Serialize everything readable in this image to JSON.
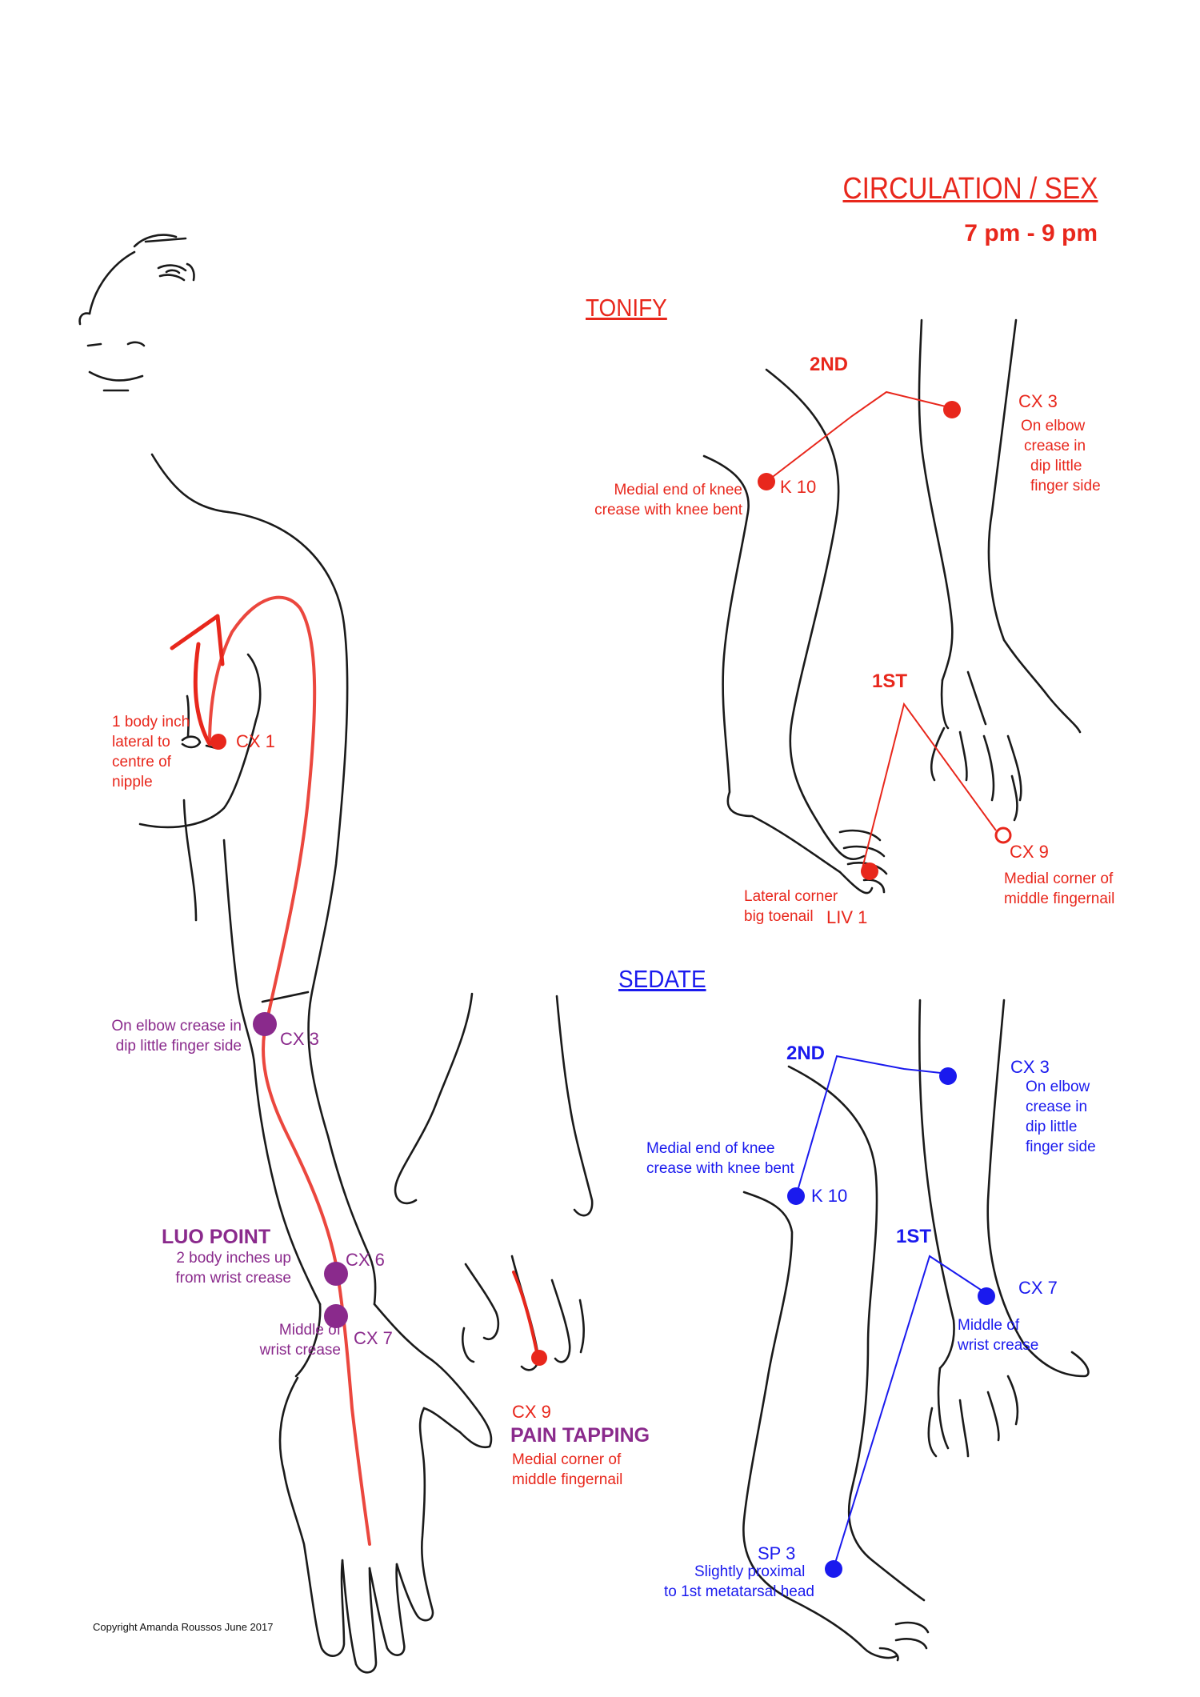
{
  "title": "CIRCULATION / SEX",
  "time": "7 pm - 9 pm",
  "colors": {
    "tonify": "#e8271c",
    "sedate": "#1a1aee",
    "luo": "#8a2a8c",
    "ink": "#1a1a1a"
  },
  "left_figure": {
    "cx1_point": "CX 1",
    "cx1_desc": [
      "1 body inch",
      "lateral to",
      "centre of",
      "nipple"
    ],
    "cx3_point": "CX  3",
    "cx3_desc": [
      "On elbow crease in",
      "dip little finger side"
    ],
    "luo_heading": "LUO POINT",
    "cx6_point": "CX  6",
    "cx6_desc": [
      "2 body inches up",
      "from wrist crease"
    ],
    "cx7_point": "CX 7",
    "cx7_desc": [
      "Middle   of",
      "wrist  crease"
    ],
    "cx9_point": "CX 9",
    "pain_heading": "PAIN TAPPING",
    "cx9_desc": [
      "Medial corner of",
      "middle fingernail"
    ]
  },
  "tonify": {
    "heading": "TONIFY",
    "second": "2ND",
    "first": "1ST",
    "cx3_point": "CX 3",
    "cx3_desc": [
      "On elbow",
      "crease in",
      "dip little",
      "finger side"
    ],
    "k10_point": "K 10",
    "k10_desc": [
      "Medial end of knee",
      "crease with knee bent"
    ],
    "cx9_point": "CX 9",
    "cx9_desc": [
      "Medial corner of",
      "middle fingernail"
    ],
    "liv1_point": "LIV 1",
    "liv1_desc": [
      "Lateral corner",
      "big toenail"
    ]
  },
  "sedate": {
    "heading": "SEDATE",
    "second": "2ND",
    "first": "1ST",
    "cx3_point": "CX 3",
    "cx3_desc": [
      "On elbow",
      "crease in",
      "dip little",
      "finger side"
    ],
    "k10_point": "K 10",
    "k10_desc": [
      "Medial end of knee",
      "crease with knee bent"
    ],
    "cx7_point": "CX 7",
    "cx7_desc": [
      "Middle of",
      "wrist crease"
    ],
    "sp3_point": "SP 3",
    "sp3_desc": [
      "Slightly proximal",
      "to 1st metatarsal head"
    ]
  },
  "copyright": "Copyright Amanda Roussos June 2017"
}
